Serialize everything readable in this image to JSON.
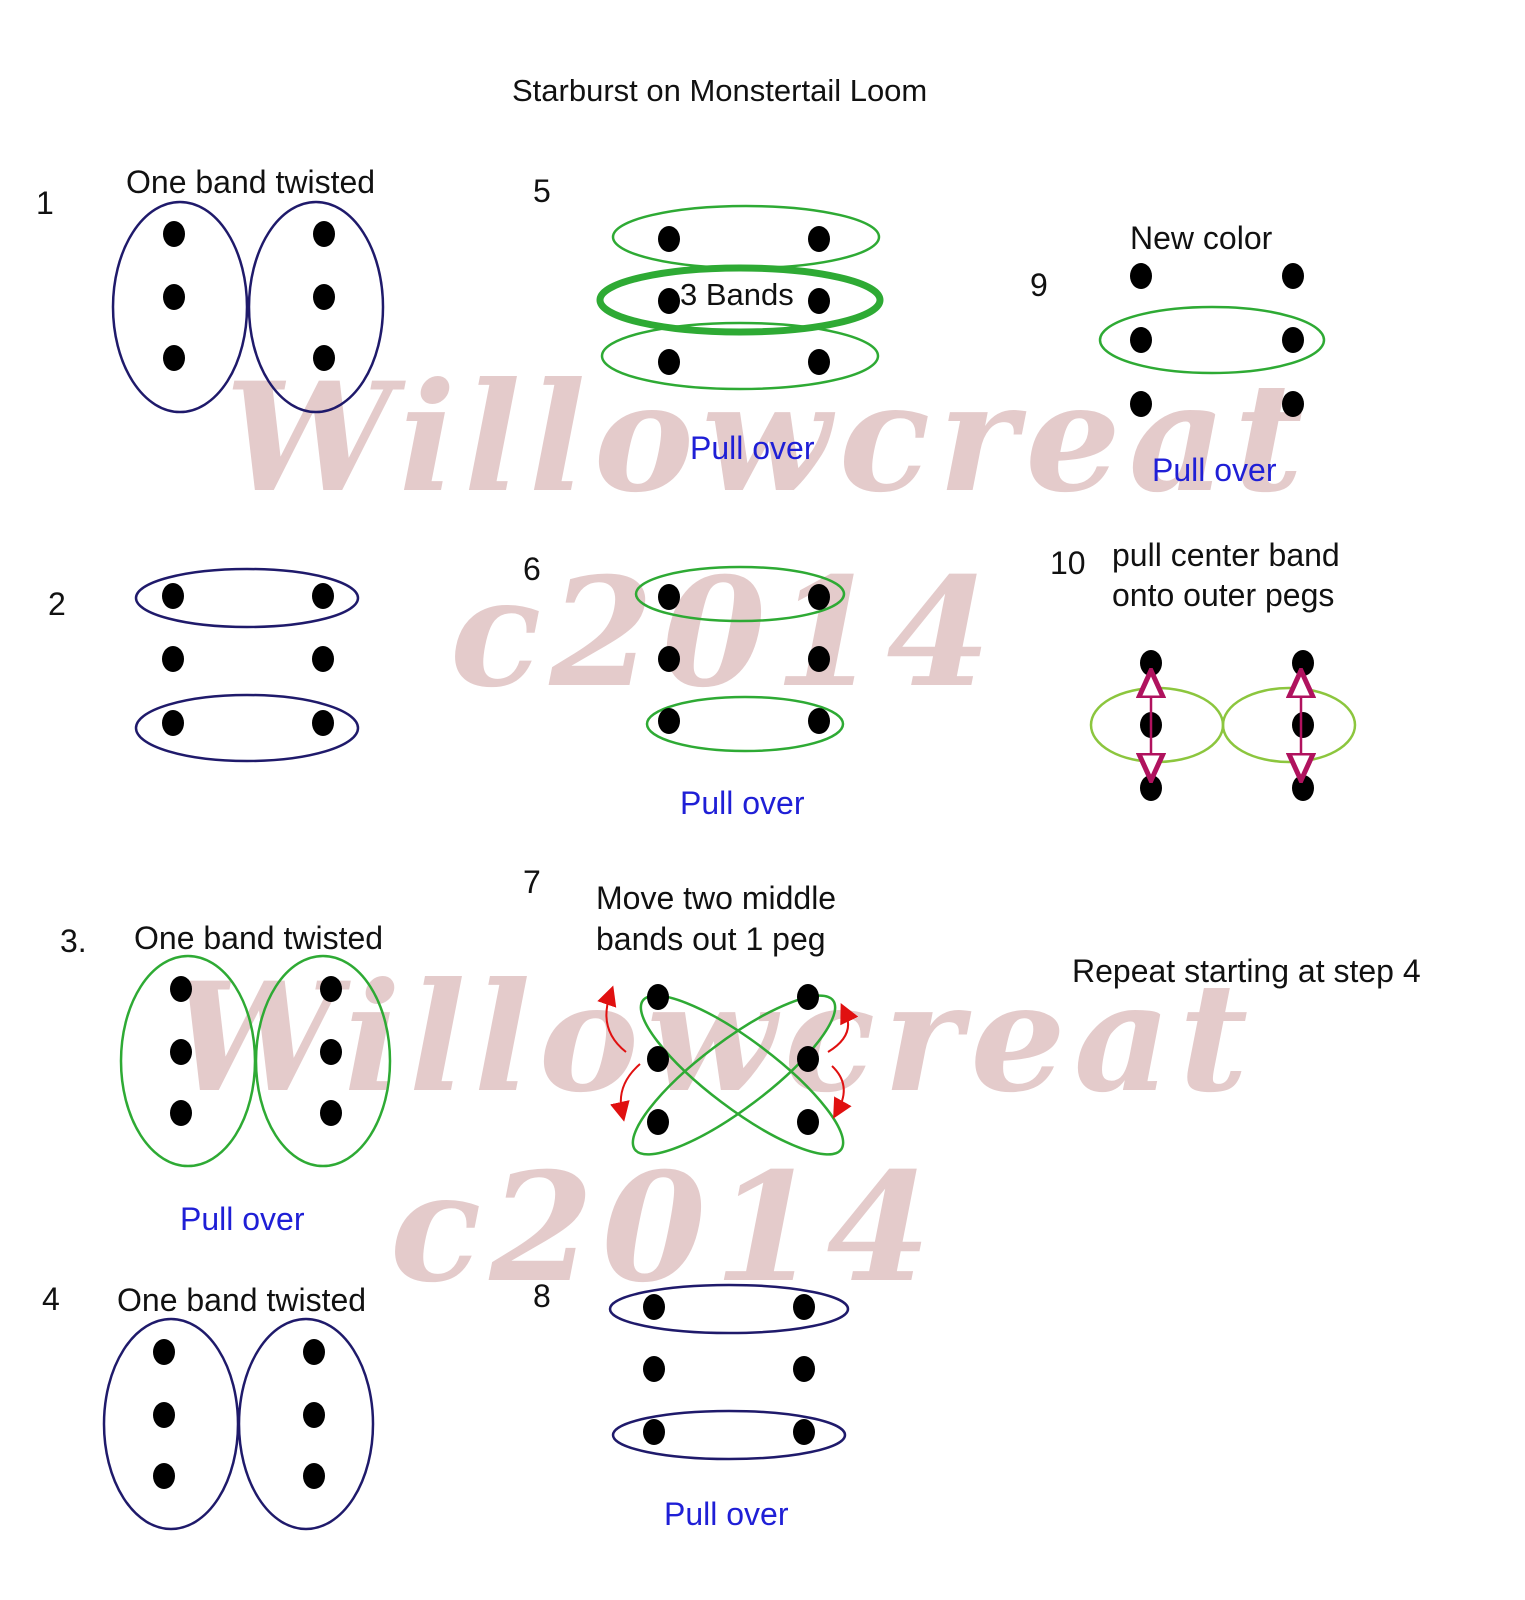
{
  "title": "Starburst on Monstertail Loom",
  "colors": {
    "navy_band": "#1f1a6b",
    "green_band": "#2eaa34",
    "olive_band": "#8cc63e",
    "peg": "#000000",
    "pull_over_text": "#1f1fd6",
    "move_arrow": "#e01010",
    "center_arrow": "#b0125e",
    "watermark": "#d9a8a8"
  },
  "watermark": {
    "line1": "Willowcreat",
    "line2": "c2014"
  },
  "steps": [
    {
      "number": "1",
      "label": "One band twisted",
      "note": ""
    },
    {
      "number": "2",
      "label": "",
      "note": ""
    },
    {
      "number": "3.",
      "label": "One band twisted",
      "note": "Pull over"
    },
    {
      "number": "4",
      "label": "One band twisted",
      "note": ""
    },
    {
      "number": "5",
      "label": "3 Bands",
      "note": "Pull over"
    },
    {
      "number": "6",
      "label": "",
      "note": "Pull over"
    },
    {
      "number": "7",
      "label_line1": "Move two middle",
      "label_line2": "bands out 1 peg",
      "note": ""
    },
    {
      "number": "8",
      "label": "",
      "note": "Pull over"
    },
    {
      "number": "9",
      "label": "New color",
      "note": "Pull over"
    },
    {
      "number": "10",
      "label_line1": "pull center band",
      "label_line2": "onto outer pegs",
      "note": ""
    }
  ],
  "repeat_note": "Repeat starting at step 4"
}
